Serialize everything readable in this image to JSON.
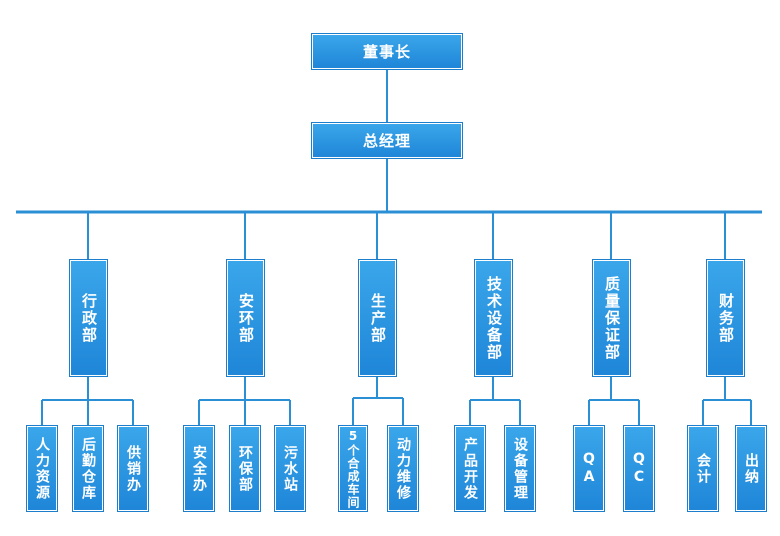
{
  "chairman": "董事长",
  "general_manager": "总经理",
  "departments": [
    {
      "name": "行政部",
      "subs": [
        "人力资源",
        "后勤仓库",
        "供销办"
      ]
    },
    {
      "name": "安环部",
      "subs": [
        "安全办",
        "环保部",
        "污水站"
      ]
    },
    {
      "name": "生产部",
      "subs": [
        "5个合成车间",
        "动力维修"
      ]
    },
    {
      "name": "技术设备部",
      "subs": [
        "产品开发",
        "设备管理"
      ]
    },
    {
      "name": "质量保证部",
      "subs": [
        "QA",
        "QC"
      ]
    },
    {
      "name": "财务部",
      "subs": [
        "会计",
        "出纳"
      ]
    }
  ],
  "colors": {
    "box": "#2b95e2",
    "line": "#2b8fd6"
  }
}
